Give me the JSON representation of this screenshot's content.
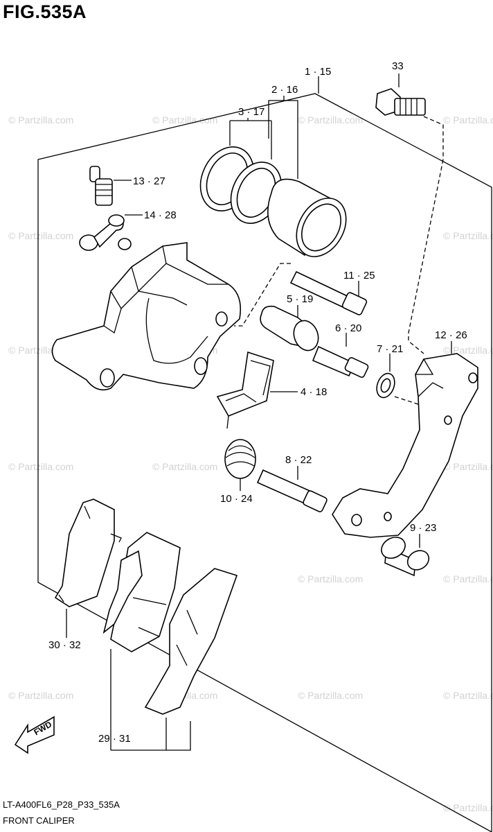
{
  "figure": {
    "title": "FIG.535A",
    "code": "LT-A400FL6_P28_P33_535A",
    "name": "FRONT CALIPER"
  },
  "watermark": "© Partzilla.com",
  "fwd_label": "FWD",
  "parts": {
    "p1": "1 · 15",
    "p2": "2 · 16",
    "p3": "3 · 17",
    "p33": "33",
    "p13": "13 · 27",
    "p14": "14 · 28",
    "p11": "11 · 25",
    "p5": "5 · 19",
    "p6": "6 · 20",
    "p7": "7 · 21",
    "p12": "12 · 26",
    "p4": "4 · 18",
    "p8": "8 · 22",
    "p10": "10 · 24",
    "p9": "9 · 23",
    "p30": "30 · 32",
    "p29": "29 · 31"
  }
}
